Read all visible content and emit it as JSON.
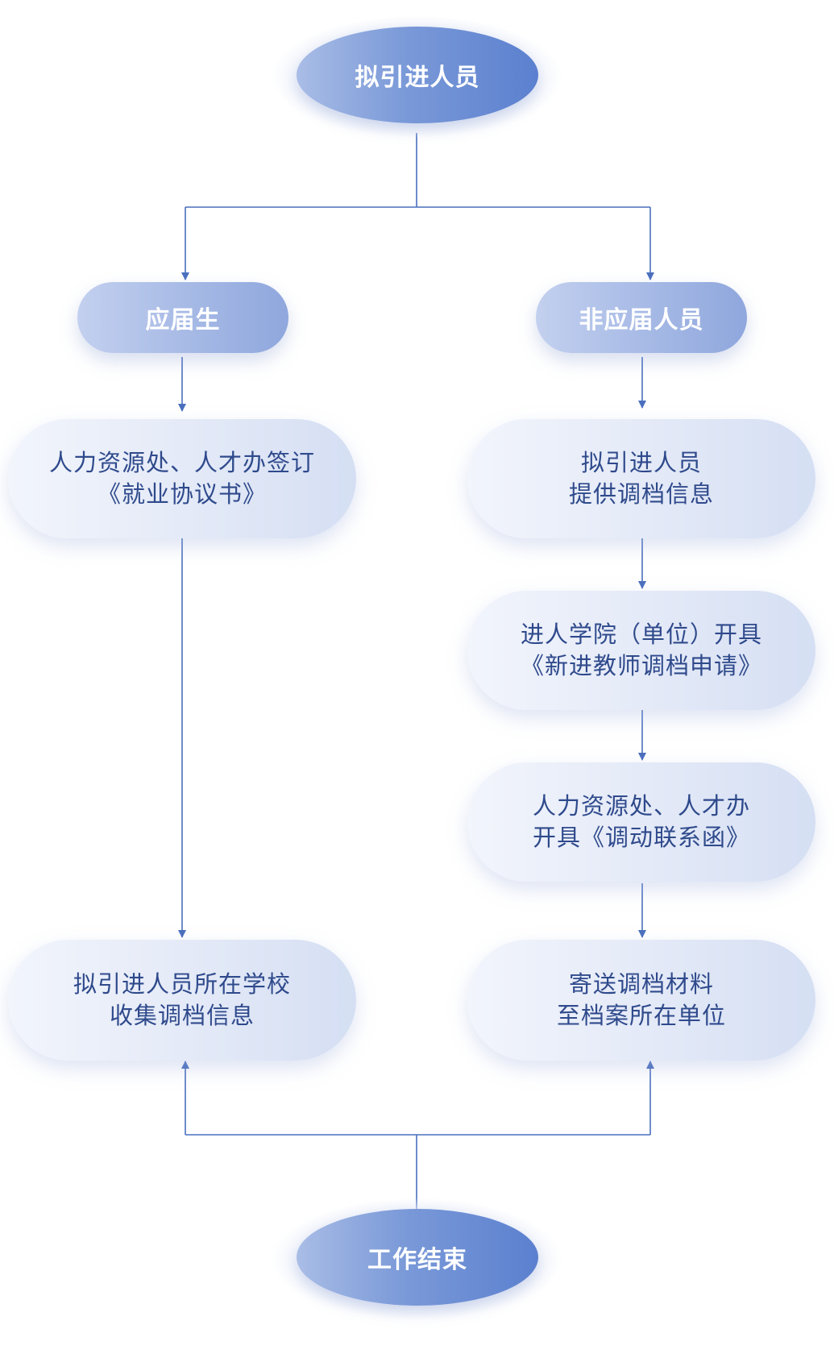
{
  "start": {
    "label": "拟引进人员"
  },
  "end": {
    "label": "工作结束"
  },
  "branches": {
    "graduate": {
      "label": "应届生",
      "steps": [
        {
          "line1": "人力资源处、人才办签订",
          "line2": "《就业协议书》"
        },
        {
          "line1": "拟引进人员所在学校",
          "line2": "收集调档信息"
        }
      ]
    },
    "non_graduate": {
      "label": "非应届人员",
      "steps": [
        {
          "line1": "拟引进人员",
          "line2": "提供调档信息"
        },
        {
          "line1": "进人学院（单位）开具",
          "line2": "《新进教师调档申请》"
        },
        {
          "line1": "人力资源处、人才办",
          "line2": "开具《调动联系函》"
        },
        {
          "line1": "寄送调档材料",
          "line2": "至档案所在单位"
        }
      ]
    }
  },
  "colors": {
    "connector": "#4a6fbe",
    "terminal_gradient": [
      "#a9bde6",
      "#5b80cf"
    ],
    "category_gradient": [
      "#c3d0ef",
      "#8fa7dd"
    ],
    "step_gradient": [
      "#f2f5fc",
      "#d5dff3"
    ],
    "step_text": "#2f4a8c"
  }
}
